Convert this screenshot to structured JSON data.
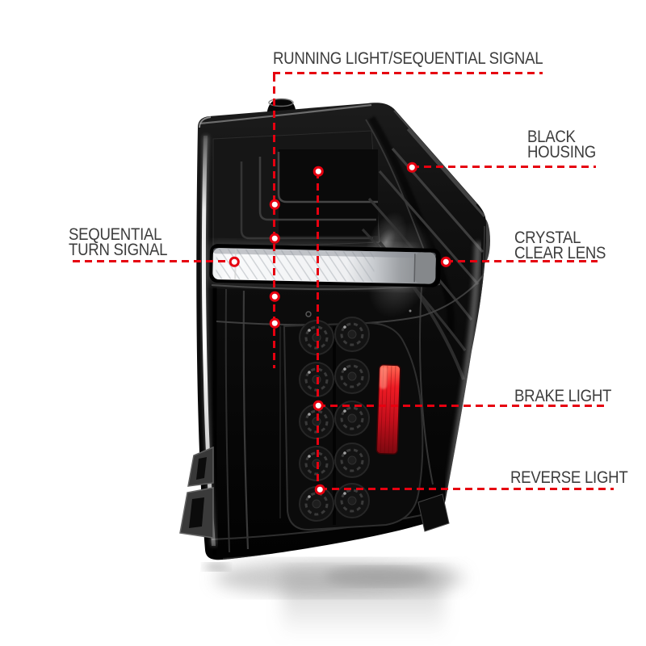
{
  "figure": {
    "description": "Annotated tail light product diagram",
    "background_color": "#ffffff",
    "accent_red": "#e60010",
    "label_color": "#3d3d3d"
  },
  "annotations": {
    "running_signal": {
      "label": "RUNNING LIGHT/SEQUENTIAL SIGNAL"
    },
    "black_housing": {
      "line1": "BLACK",
      "line2": "HOUSING"
    },
    "sequential_turn": {
      "line1": "SEQUENTIAL",
      "line2": "TURN SIGNAL"
    },
    "crystal_lens": {
      "line1": "CRYSTAL",
      "line2": "CLEAR LENS"
    },
    "brake": {
      "label": "BRAKE LIGHT"
    },
    "reverse": {
      "label": "REVERSE LIGHT"
    }
  }
}
